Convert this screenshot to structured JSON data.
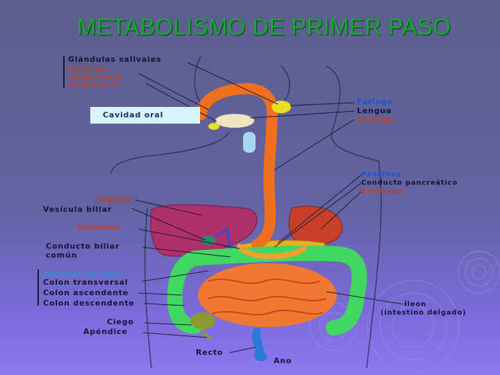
{
  "title": "METABOLISMO DE PRIMER PASO",
  "labels": {
    "glandulas": "Glándulas salivales",
    "parotida": "Parótidas",
    "submaxilar": "Submaxilares",
    "sublingual": "Sublinguales",
    "cavidad": "Cavidad oral",
    "faringe": "Faringe",
    "lengua": "Lengua",
    "esofago": "Esófago",
    "pancreas": "Páncreas",
    "conducto_pancreatico": "Conducto pancreático",
    "estomago": "Estómago",
    "higado": "Hígado",
    "vesicula": "Vesícula biliar",
    "duodeno": "Duodeno",
    "conducto_biliar_1": "Conducto biliar",
    "conducto_biliar_2": "común",
    "intestino_grueso": "Intestino grueso",
    "colon_transverso": "Colon transversal",
    "colon_ascendente": "Colon ascendente",
    "colon_descendente": "Colon descendente",
    "ileon": "Íleon",
    "intestino_delgado": "(intestino delgado)",
    "ciego": "Ciego",
    "apendice": "Apéndice",
    "recto": "Recto",
    "ano": "Ano"
  },
  "colors": {
    "title": "#18a838",
    "esophagus": "#f07020",
    "liver": "#b0306a",
    "colon": "#40d860",
    "small_intestine": "#f07830",
    "bile_duct": "#3048e0"
  }
}
